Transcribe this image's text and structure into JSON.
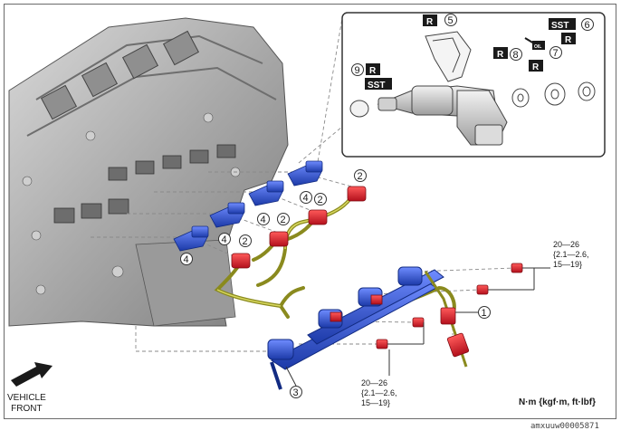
{
  "callouts": {
    "c1": "1",
    "c2": "2",
    "c3": "3",
    "c4": "4",
    "c5": "5",
    "c6": "6",
    "c7": "7",
    "c8": "8",
    "c9": "9"
  },
  "badges": {
    "replace": "R",
    "special_tool": "SST"
  },
  "torque_right": {
    "value": "20—26",
    "unit1": "{2.1—2.6,",
    "unit2": "15—19}"
  },
  "torque_left": {
    "value": "20—26",
    "unit1": "{2.1—2.6,",
    "unit2": "15—19}"
  },
  "vehicle_front": {
    "line1": "VEHICLE",
    "line2": "FRONT"
  },
  "units": "N·m {kgf·m, ft·lbf}",
  "ref_code": "amxuuw00005871",
  "tool_icon_text": "OIL",
  "colors": {
    "injector": "#2b4fd0",
    "insulator": "#d81e2a",
    "harness": "#8a8a1e",
    "engine_gray": "#b5b5b5",
    "frame": "#6b6b6b"
  }
}
